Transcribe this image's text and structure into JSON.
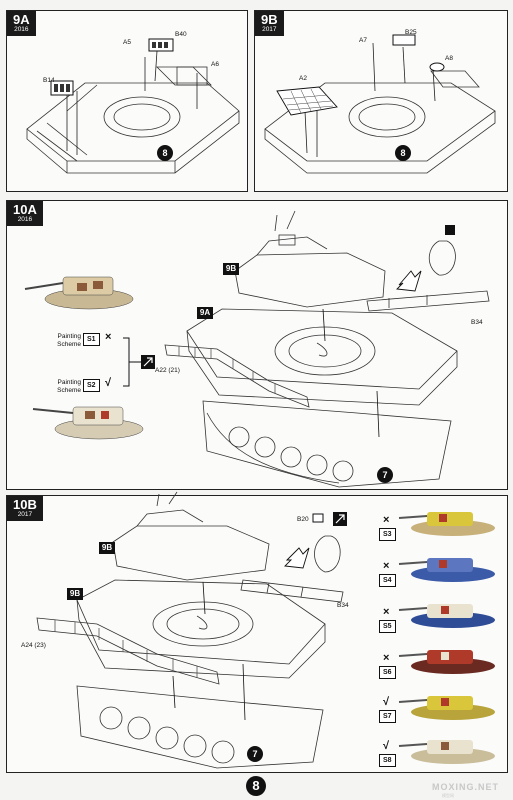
{
  "panels": {
    "p9a": {
      "step": "9A",
      "year": "2016"
    },
    "p9b": {
      "step": "9B",
      "year": "2017"
    },
    "p10a": {
      "step": "10A",
      "year": "2016"
    },
    "p10b": {
      "step": "10B",
      "year": "2017"
    }
  },
  "labels_9a": {
    "a5": "A5",
    "b40": "B40",
    "a6": "A6",
    "b14": "B14",
    "step": "8"
  },
  "labels_9b": {
    "a7": "A7",
    "b25": "B25",
    "a8": "A8",
    "a2": "A2",
    "step": "8"
  },
  "labels_10a": {
    "b34": "B34",
    "a22": "A22 (21)",
    "step": "7",
    "scheme1": {
      "text": "Painting Scheme",
      "code": "S1",
      "mark": "×"
    },
    "scheme2": {
      "text": "Painting Scheme",
      "code": "S2",
      "mark": "√"
    },
    "turret_tag": "9B",
    "hull_tag": "9A"
  },
  "labels_10b": {
    "b20": "B20",
    "b34": "B34",
    "a24": "A24 (23)",
    "step": "7",
    "turret_tag": "9B",
    "hull_tag": "9B",
    "schemes": [
      {
        "code": "S3",
        "mark": "×"
      },
      {
        "code": "S4",
        "mark": "×"
      },
      {
        "code": "S5",
        "mark": "×"
      },
      {
        "code": "S6",
        "mark": "×"
      },
      {
        "code": "S7",
        "mark": "√"
      },
      {
        "code": "S8",
        "mark": "√"
      }
    ]
  },
  "page_number": "8",
  "watermark": {
    "text": "MOXING.NET",
    "sub": "模型网"
  },
  "colors": {
    "ink": "#111111",
    "panel_bg": "#fbfbfa",
    "page_bg": "#f4f4f2",
    "camo_desert": "#d8c9a3",
    "camo_brown": "#8a5a3a",
    "camo_blue": "#3b5aa8",
    "camo_red": "#b03a2a",
    "camo_yellow": "#d9c63a",
    "camo_light": "#e8e2cf"
  }
}
